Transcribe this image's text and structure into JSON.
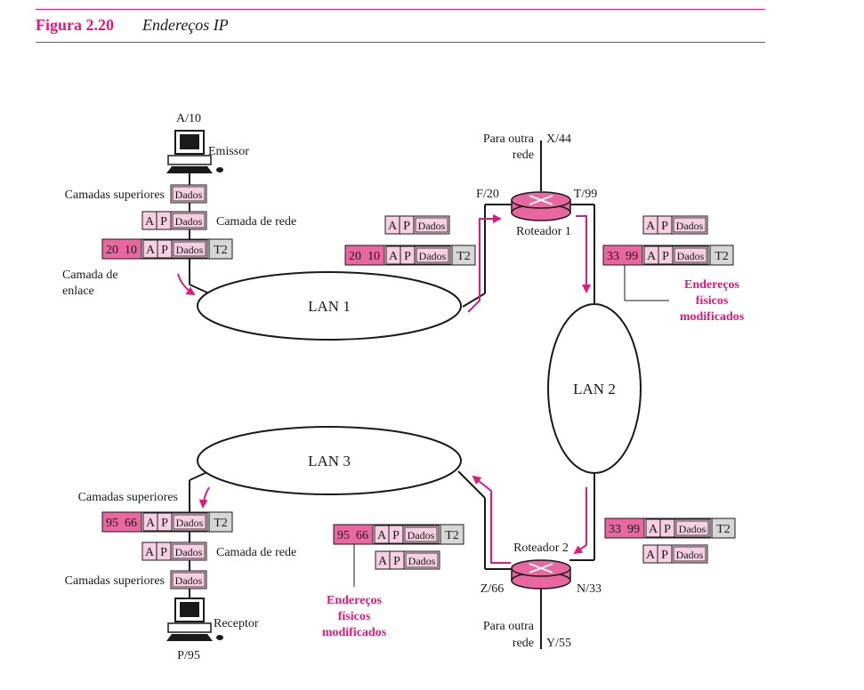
{
  "figure": {
    "number": "Figura 2.20",
    "title": "Endereços IP"
  },
  "colors": {
    "accent": "#e0197b",
    "phys_fill": "#e8679e",
    "ap_fill": "#f6cfe0",
    "trailer_fill": "#d6d6d6",
    "router_fill": "#e8679e"
  },
  "nodes": {
    "sender": {
      "address": "A/10",
      "role": "Emissor"
    },
    "receiver": {
      "address": "P/95",
      "role": "Receptor"
    },
    "router1": {
      "name": "Roteador 1",
      "left_port": "F/20",
      "right_port": "T/99",
      "top_port": "X/44",
      "other_net": [
        "Para outra",
        "rede"
      ]
    },
    "router2": {
      "name": "Roteador 2",
      "left_port": "Z/66",
      "right_port": "N/33",
      "bottom_port": "Y/55",
      "other_net": [
        "Para outra",
        "rede"
      ]
    }
  },
  "lans": {
    "lan1": "LAN 1",
    "lan2": "LAN 2",
    "lan3": "LAN 3"
  },
  "layers": {
    "upper": "Camadas superiores",
    "network": "Camada de rede",
    "link": [
      "Camada de",
      "enlace"
    ]
  },
  "packet": {
    "a": "A",
    "p": "P",
    "data": "Dados",
    "trailer": "T2"
  },
  "frames": {
    "lan1": {
      "dst": "20",
      "src": "10"
    },
    "lan2": {
      "dst": "33",
      "src": "99"
    },
    "lan3": {
      "dst": "95",
      "src": "66"
    }
  },
  "notes": {
    "changed_phys": [
      "Endereços",
      "físicos",
      "modificados"
    ]
  }
}
